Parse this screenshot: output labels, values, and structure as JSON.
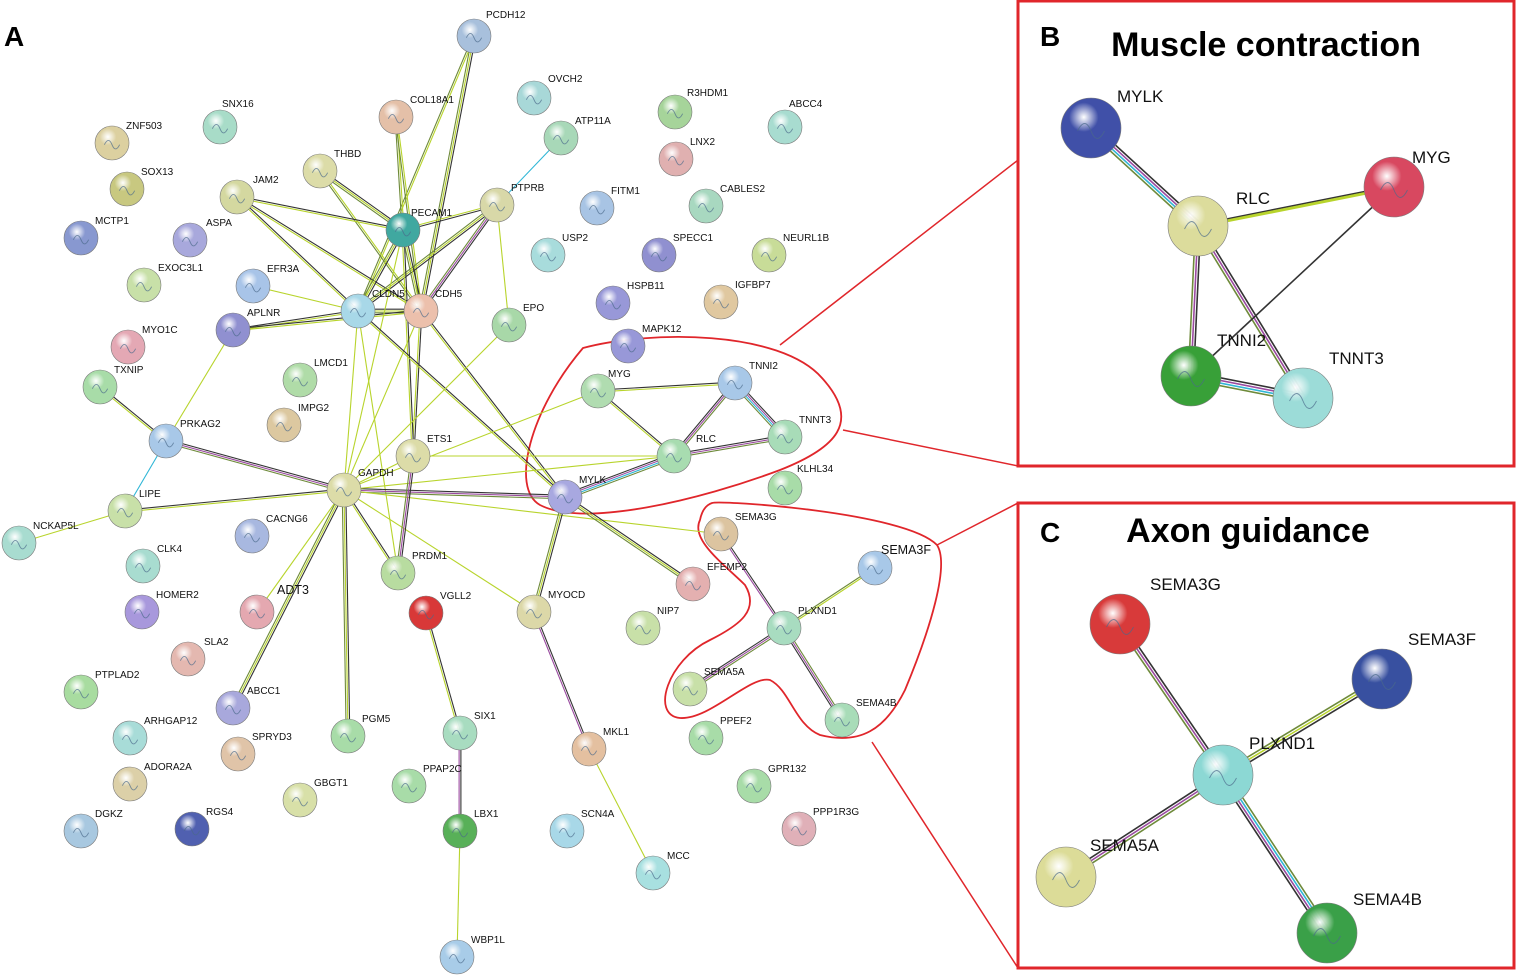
{
  "panels": {
    "A": {
      "letter": "A"
    },
    "B": {
      "letter": "B",
      "title": "Muscle contraction"
    },
    "C": {
      "letter": "C",
      "title": "Axon guidance"
    }
  },
  "colors": {
    "highlight": "#e0262b",
    "edge_black": "#333333",
    "edge_lime": "#b8d42c",
    "edge_purple": "#9a4aa0",
    "edge_cyan": "#2fb6d6",
    "edge_olive": "#6e8a3a"
  },
  "network_a": {
    "nodes": [
      {
        "id": "PCDH12",
        "label": "PCDH12",
        "color": "#a8c0dc"
      },
      {
        "id": "OVCH2",
        "label": "OVCH2",
        "color": "#a8d8d8"
      },
      {
        "id": "R3HDM1",
        "label": "R3HDM1",
        "color": "#a6d49a"
      },
      {
        "id": "ABCC4",
        "label": "ABCC4",
        "color": "#a8dcd0"
      },
      {
        "id": "COL18A1",
        "label": "COL18A1",
        "color": "#e4c0a8"
      },
      {
        "id": "ATP11A",
        "label": "ATP11A",
        "color": "#a8d8b8"
      },
      {
        "id": "LNX2",
        "label": "LNX2",
        "color": "#e0b0b0"
      },
      {
        "id": "SNX16",
        "label": "SNX16",
        "color": "#a8dcc8"
      },
      {
        "id": "ZNF503",
        "label": "ZNF503",
        "color": "#dcd0a0"
      },
      {
        "id": "THBD",
        "label": "THBD",
        "color": "#dcdca8"
      },
      {
        "id": "FITM1",
        "label": "FITM1",
        "color": "#a8c4e4"
      },
      {
        "id": "CABLES2",
        "label": "CABLES2",
        "color": "#a8d8c0"
      },
      {
        "id": "SOX13",
        "label": "SOX13",
        "color": "#c8c880"
      },
      {
        "id": "JAM2",
        "label": "JAM2",
        "color": "#d4d8a0"
      },
      {
        "id": "PECAM1",
        "label": "PECAM1",
        "color": "#40a8a0"
      },
      {
        "id": "PTPRB",
        "label": "PTPRB",
        "color": "#d8d8a8"
      },
      {
        "id": "MCTP1",
        "label": "MCTP1",
        "color": "#8898d0"
      },
      {
        "id": "ASPA",
        "label": "ASPA",
        "color": "#a8a8dc"
      },
      {
        "id": "USP2",
        "label": "USP2",
        "color": "#a8dcdc"
      },
      {
        "id": "SPECC1",
        "label": "SPECC1",
        "color": "#9090d0"
      },
      {
        "id": "NEURL1B",
        "label": "NEURL1B",
        "color": "#c8dc98"
      },
      {
        "id": "EXOC3L1",
        "label": "EXOC3L1",
        "color": "#c8e0a8"
      },
      {
        "id": "EFR3A",
        "label": "EFR3A",
        "color": "#a8c4e8"
      },
      {
        "id": "CLDN5",
        "label": "CLDN5",
        "color": "#a8d8e8"
      },
      {
        "id": "CDH5",
        "label": "CDH5",
        "color": "#ecc0ac"
      },
      {
        "id": "HSPB11",
        "label": "HSPB11",
        "color": "#9898d8"
      },
      {
        "id": "IGFBP7",
        "label": "IGFBP7",
        "color": "#e0c8a0"
      },
      {
        "id": "APLNR",
        "label": "APLNR",
        "color": "#9090d0"
      },
      {
        "id": "EPO",
        "label": "EPO",
        "color": "#a8d8a8"
      },
      {
        "id": "MYO1C",
        "label": "MYO1C",
        "color": "#e4a8b4"
      },
      {
        "id": "MAPK12",
        "label": "MAPK12",
        "color": "#9898d8"
      },
      {
        "id": "LMCD1",
        "label": "LMCD1",
        "color": "#b0dca8"
      },
      {
        "id": "TXNIP",
        "label": "TXNIP",
        "color": "#a8dca8"
      },
      {
        "id": "MYG",
        "label": "MYG",
        "color": "#b0dcb0"
      },
      {
        "id": "TNNI2",
        "label": "TNNI2",
        "color": "#a8c8e8"
      },
      {
        "id": "IMPG2",
        "label": "IMPG2",
        "color": "#dcc8a0"
      },
      {
        "id": "PRKAG2",
        "label": "PRKAG2",
        "color": "#a8c8e8"
      },
      {
        "id": "TNNT3",
        "label": "TNNT3",
        "color": "#a8dcb8"
      },
      {
        "id": "RLC",
        "label": "RLC",
        "color": "#a8dcb0"
      },
      {
        "id": "ETS1",
        "label": "ETS1",
        "color": "#dcdca8"
      },
      {
        "id": "GAPDH",
        "label": "GAPDH",
        "color": "#dcdca8"
      },
      {
        "id": "KLHL34",
        "label": "KLHL34",
        "color": "#a8dca8"
      },
      {
        "id": "LIPE",
        "label": "LIPE",
        "color": "#c8e0a8"
      },
      {
        "id": "MYLK",
        "label": "MYLK",
        "color": "#a8a8e0"
      },
      {
        "id": "NCKAP5L",
        "label": "NCKAP5L",
        "color": "#a8dcd0"
      },
      {
        "id": "CACNG6",
        "label": "CACNG6",
        "color": "#a8b8e0"
      },
      {
        "id": "SEMA3G",
        "label": "SEMA3G",
        "color": "#dcc4a0"
      },
      {
        "id": "CLK4",
        "label": "CLK4",
        "color": "#a8dcd0"
      },
      {
        "id": "PRDM1",
        "label": "PRDM1",
        "color": "#b8dca0"
      },
      {
        "id": "SEMA3F",
        "label": "SEMA3F",
        "color": "#a8c8e8"
      },
      {
        "id": "EFEMP2",
        "label": "EFEMP2",
        "color": "#e4b0b0"
      },
      {
        "id": "ADT3",
        "label": "ADT3",
        "color": "#e4a8b0"
      },
      {
        "id": "HOMER2",
        "label": "HOMER2",
        "color": "#a898dc"
      },
      {
        "id": "VGLL2",
        "label": "VGLL2",
        "color": "#d83838"
      },
      {
        "id": "MYOCD",
        "label": "MYOCD",
        "color": "#dcd8a8"
      },
      {
        "id": "NIP7",
        "label": "NIP7",
        "color": "#c8e0a8"
      },
      {
        "id": "PLXND1",
        "label": "PLXND1",
        "color": "#a8dcc0"
      },
      {
        "id": "SLA2",
        "label": "SLA2",
        "color": "#e4b8b0"
      },
      {
        "id": "PTPLAD2",
        "label": "PTPLAD2",
        "color": "#a8dca0"
      },
      {
        "id": "SEMA5A",
        "label": "SEMA5A",
        "color": "#c8e0a8"
      },
      {
        "id": "ABCC1",
        "label": "ABCC1",
        "color": "#a8a8dc"
      },
      {
        "id": "SEMA4B",
        "label": "SEMA4B",
        "color": "#a8dcb8"
      },
      {
        "id": "PPEF2",
        "label": "PPEF2",
        "color": "#a8dca8"
      },
      {
        "id": "ARHGAP12",
        "label": "ARHGAP12",
        "color": "#a8dcd8"
      },
      {
        "id": "SPRYD3",
        "label": "SPRYD3",
        "color": "#e0c4a8"
      },
      {
        "id": "PGM5",
        "label": "PGM5",
        "color": "#a8dca8"
      },
      {
        "id": "SIX1",
        "label": "SIX1",
        "color": "#a8dcc0"
      },
      {
        "id": "MKL1",
        "label": "MKL1",
        "color": "#e4c0a0"
      },
      {
        "id": "ADORA2A",
        "label": "ADORA2A",
        "color": "#dcd0a8"
      },
      {
        "id": "GPR132",
        "label": "GPR132",
        "color": "#a8dca8"
      },
      {
        "id": "GBGT1",
        "label": "GBGT1",
        "color": "#d8e0a8"
      },
      {
        "id": "PPAP2C",
        "label": "PPAP2C",
        "color": "#a8dca8"
      },
      {
        "id": "DGKZ",
        "label": "DGKZ",
        "color": "#a8c8e0"
      },
      {
        "id": "RGS4",
        "label": "RGS4",
        "color": "#5060b0"
      },
      {
        "id": "LBX1",
        "label": "LBX1",
        "color": "#58b058"
      },
      {
        "id": "SCN4A",
        "label": "SCN4A",
        "color": "#a8d8e8"
      },
      {
        "id": "PPP1R3G",
        "label": "PPP1R3G",
        "color": "#e0b0b8"
      },
      {
        "id": "MCC",
        "label": "MCC",
        "color": "#a8e0e0"
      },
      {
        "id": "WBP1L",
        "label": "WBP1L",
        "color": "#a8cce8"
      }
    ],
    "edges": [
      [
        "PCDH12",
        "CDH5",
        "bly"
      ],
      [
        "PCDH12",
        "CLDN5",
        "ly"
      ],
      [
        "ATP11A",
        "PTPRB",
        "c"
      ],
      [
        "COL18A1",
        "PECAM1",
        "ly"
      ],
      [
        "COL18A1",
        "CDH5",
        "ly"
      ],
      [
        "THBD",
        "PECAM1",
        "bly"
      ],
      [
        "THBD",
        "CDH5",
        "ly"
      ],
      [
        "JAM2",
        "PECAM1",
        "bl"
      ],
      [
        "JAM2",
        "CLDN5",
        "bl"
      ],
      [
        "JAM2",
        "CDH5",
        "bl"
      ],
      [
        "PTPRB",
        "CLDN5",
        "bly"
      ],
      [
        "PTPRB",
        "CDH5",
        "bpy"
      ],
      [
        "PTPRB",
        "PECAM1",
        "bl"
      ],
      [
        "PTPRB",
        "EPO",
        "l"
      ],
      [
        "PECAM1",
        "CLDN5",
        "bly"
      ],
      [
        "PECAM1",
        "CDH5",
        "bly"
      ],
      [
        "CLDN5",
        "CDH5",
        "bly"
      ],
      [
        "APLNR",
        "CLDN5",
        "bl"
      ],
      [
        "APLNR",
        "CDH5",
        "bl"
      ],
      [
        "APLNR",
        "PRKAG2",
        "l"
      ],
      [
        "EFR3A",
        "CLDN5",
        "l"
      ],
      [
        "CLDN5",
        "GAPDH",
        "l"
      ],
      [
        "CDH5",
        "GAPDH",
        "l"
      ],
      [
        "PECAM1",
        "GAPDH",
        "l"
      ],
      [
        "CDH5",
        "ETS1",
        "bl"
      ],
      [
        "PECAM1",
        "ETS1",
        "bl"
      ],
      [
        "CLDN5",
        "MYLK",
        "bl"
      ],
      [
        "CDH5",
        "MYLK",
        "bl"
      ],
      [
        "EPO",
        "GAPDH",
        "l"
      ],
      [
        "CLDN5",
        "PRDM1",
        "l"
      ],
      [
        "TXNIP",
        "PRKAG2",
        "bl"
      ],
      [
        "PRKAG2",
        "LIPE",
        "c"
      ],
      [
        "PRKAG2",
        "GAPDH",
        "bpy"
      ],
      [
        "LIPE",
        "GAPDH",
        "bl"
      ],
      [
        "NCKAP5L",
        "LIPE",
        "l"
      ],
      [
        "GAPDH",
        "ETS1",
        "l"
      ],
      [
        "GAPDH",
        "MYLK",
        "bpy"
      ],
      [
        "GAPDH",
        "RLC",
        "l"
      ],
      [
        "GAPDH",
        "MYG",
        "l"
      ],
      [
        "GAPDH",
        "ABCC1",
        "bly"
      ],
      [
        "GAPDH",
        "PGM5",
        "bly"
      ],
      [
        "GAPDH",
        "PRDM1",
        "bl"
      ],
      [
        "GAPDH",
        "MYOCD",
        "l"
      ],
      [
        "GAPDH",
        "SEMA3G",
        "l"
      ],
      [
        "GAPDH",
        "ADT3",
        "l"
      ],
      [
        "ETS1",
        "PRDM1",
        "bpy"
      ],
      [
        "ETS1",
        "RLC",
        "l"
      ],
      [
        "MYG",
        "RLC",
        "bl"
      ],
      [
        "MYG",
        "TNNI2",
        "bl"
      ],
      [
        "RLC",
        "TNNI2",
        "bpy"
      ],
      [
        "RLC",
        "TNNT3",
        "bpy"
      ],
      [
        "TNNI2",
        "TNNT3",
        "bpcy"
      ],
      [
        "MYLK",
        "RLC",
        "bpcy"
      ],
      [
        "MYLK",
        "MYOCD",
        "bly"
      ],
      [
        "MYLK",
        "EFEMP2",
        "bly"
      ],
      [
        "VGLL2",
        "SIX1",
        "bl"
      ],
      [
        "SIX1",
        "LBX1",
        "bp"
      ],
      [
        "LBX1",
        "WBP1L",
        "l"
      ],
      [
        "MYOCD",
        "MKL1",
        "bp"
      ],
      [
        "MKL1",
        "MCC",
        "l"
      ],
      [
        "SEMA3G",
        "PLXND1",
        "bp"
      ],
      [
        "SEMA3F",
        "PLXND1",
        "ly"
      ],
      [
        "SEMA5A",
        "PLXND1",
        "bpy"
      ],
      [
        "SEMA4B",
        "PLXND1",
        "bpy"
      ]
    ]
  },
  "network_b": {
    "nodes": [
      {
        "id": "MYLK",
        "label": "MYLK",
        "color": "#4050a8"
      },
      {
        "id": "RLC",
        "label": "RLC",
        "color": "#dcdc9c"
      },
      {
        "id": "MYG",
        "label": "MYG",
        "color": "#d84860"
      },
      {
        "id": "TNNI2",
        "label": "TNNI2",
        "color": "#38a038"
      },
      {
        "id": "TNNT3",
        "label": "TNNT3",
        "color": "#9cdcd8"
      }
    ],
    "edges": [
      [
        "MYLK",
        "RLC",
        "bpcy"
      ],
      [
        "RLC",
        "MYG",
        "bl"
      ],
      [
        "RLC",
        "TNNI2",
        "bpy"
      ],
      [
        "RLC",
        "TNNT3",
        "bpy"
      ],
      [
        "TNNI2",
        "TNNT3",
        "bpcy"
      ],
      [
        "MYG",
        "TNNI2",
        "b"
      ],
      [
        "MYG",
        "RLC",
        "l"
      ]
    ]
  },
  "network_c": {
    "nodes": [
      {
        "id": "SEMA3G",
        "label": "SEMA3G",
        "color": "#d83a3a"
      },
      {
        "id": "SEMA3F",
        "label": "SEMA3F",
        "color": "#3850a0"
      },
      {
        "id": "PLXND1",
        "label": "PLXND1",
        "color": "#8cd8d4"
      },
      {
        "id": "SEMA5A",
        "label": "SEMA5A",
        "color": "#dcdc98"
      },
      {
        "id": "SEMA4B",
        "label": "SEMA4B",
        "color": "#3aa048"
      }
    ],
    "edges": [
      [
        "SEMA3G",
        "PLXND1",
        "bpy"
      ],
      [
        "SEMA3F",
        "PLXND1",
        "bly"
      ],
      [
        "SEMA5A",
        "PLXND1",
        "bpy"
      ],
      [
        "SEMA4B",
        "PLXND1",
        "bpcy"
      ]
    ]
  }
}
